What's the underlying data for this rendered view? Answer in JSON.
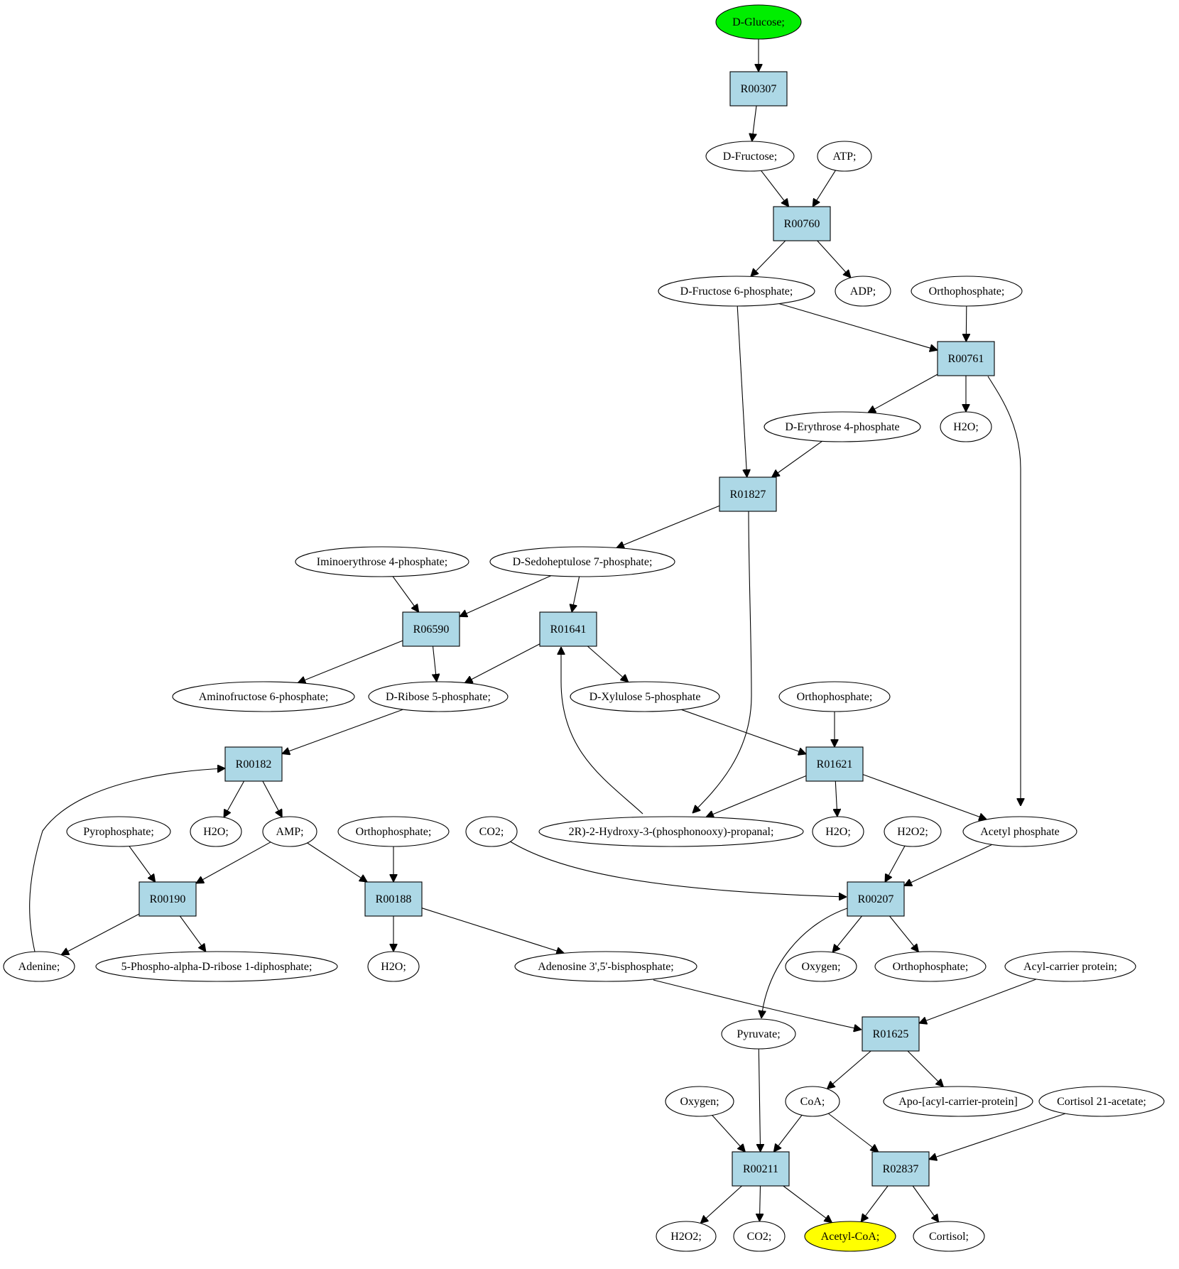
{
  "colors": {
    "start_fill": "#00ee00",
    "end_fill": "#ffff00",
    "compound_fill": "#ffffff",
    "reaction_fill": "#add8e6",
    "stroke": "#000000"
  },
  "nodes": [
    {
      "id": "glucose",
      "kind": "compound",
      "role": "start",
      "label": "D-Glucose;"
    },
    {
      "id": "r00307",
      "kind": "reaction",
      "label": "R00307"
    },
    {
      "id": "fructose",
      "kind": "compound",
      "label": "D-Fructose;"
    },
    {
      "id": "atp",
      "kind": "compound",
      "label": "ATP;"
    },
    {
      "id": "r00760",
      "kind": "reaction",
      "label": "R00760"
    },
    {
      "id": "f6p",
      "kind": "compound",
      "label": "D-Fructose 6-phosphate;"
    },
    {
      "id": "adp",
      "kind": "compound",
      "label": "ADP;"
    },
    {
      "id": "ortho1",
      "kind": "compound",
      "label": "Orthophosphate;"
    },
    {
      "id": "r00761",
      "kind": "reaction",
      "label": "R00761"
    },
    {
      "id": "e4p",
      "kind": "compound",
      "label": "D-Erythrose 4-phosphate"
    },
    {
      "id": "h2o_1",
      "kind": "compound",
      "label": "H2O;"
    },
    {
      "id": "r01827",
      "kind": "reaction",
      "label": "R01827"
    },
    {
      "id": "imino",
      "kind": "compound",
      "label": "Iminoerythrose 4-phosphate;"
    },
    {
      "id": "s7p",
      "kind": "compound",
      "label": "D-Sedoheptulose 7-phosphate;"
    },
    {
      "id": "r06590",
      "kind": "reaction",
      "label": "R06590"
    },
    {
      "id": "r01641",
      "kind": "reaction",
      "label": "R01641"
    },
    {
      "id": "aminof6p",
      "kind": "compound",
      "label": "Aminofructose 6-phosphate;"
    },
    {
      "id": "r5p",
      "kind": "compound",
      "label": "D-Ribose 5-phosphate;"
    },
    {
      "id": "x5p",
      "kind": "compound",
      "label": "D-Xylulose 5-phosphate"
    },
    {
      "id": "ortho2",
      "kind": "compound",
      "label": "Orthophosphate;"
    },
    {
      "id": "r00182",
      "kind": "reaction",
      "label": "R00182"
    },
    {
      "id": "r01621",
      "kind": "reaction",
      "label": "R01621"
    },
    {
      "id": "ppi",
      "kind": "compound",
      "label": "Pyrophosphate;"
    },
    {
      "id": "h2o_2",
      "kind": "compound",
      "label": "H2O;"
    },
    {
      "id": "amp",
      "kind": "compound",
      "label": "AMP;"
    },
    {
      "id": "ortho3",
      "kind": "compound",
      "label": "Orthophosphate;"
    },
    {
      "id": "co2_1",
      "kind": "compound",
      "label": "CO2;"
    },
    {
      "id": "g3p",
      "kind": "compound",
      "label": "2R)-2-Hydroxy-3-(phosphonooxy)-propanal;"
    },
    {
      "id": "h2o_3",
      "kind": "compound",
      "label": "H2O;"
    },
    {
      "id": "h2o2_1",
      "kind": "compound",
      "label": "H2O2;"
    },
    {
      "id": "acetylp",
      "kind": "compound",
      "label": "Acetyl phosphate"
    },
    {
      "id": "r00190",
      "kind": "reaction",
      "label": "R00190"
    },
    {
      "id": "r00188",
      "kind": "reaction",
      "label": "R00188"
    },
    {
      "id": "r00207",
      "kind": "reaction",
      "label": "R00207"
    },
    {
      "id": "adenine",
      "kind": "compound",
      "label": "Adenine;"
    },
    {
      "id": "prpp",
      "kind": "compound",
      "label": "5-Phospho-alpha-D-ribose 1-diphosphate;"
    },
    {
      "id": "h2o_4",
      "kind": "compound",
      "label": "H2O;"
    },
    {
      "id": "pap",
      "kind": "compound",
      "label": "Adenosine 3',5'-bisphosphate;"
    },
    {
      "id": "oxygen1",
      "kind": "compound",
      "label": "Oxygen;"
    },
    {
      "id": "ortho4",
      "kind": "compound",
      "label": "Orthophosphate;"
    },
    {
      "id": "acp",
      "kind": "compound",
      "label": "Acyl-carrier protein;"
    },
    {
      "id": "pyruvate",
      "kind": "compound",
      "label": "Pyruvate;"
    },
    {
      "id": "r01625",
      "kind": "reaction",
      "label": "R01625"
    },
    {
      "id": "oxygen2",
      "kind": "compound",
      "label": "Oxygen;"
    },
    {
      "id": "coa",
      "kind": "compound",
      "label": "CoA;"
    },
    {
      "id": "apoacp",
      "kind": "compound",
      "label": "Apo-[acyl-carrier-protein]"
    },
    {
      "id": "cortisolac",
      "kind": "compound",
      "label": "Cortisol 21-acetate;"
    },
    {
      "id": "r00211",
      "kind": "reaction",
      "label": "R00211"
    },
    {
      "id": "r02837",
      "kind": "reaction",
      "label": "R02837"
    },
    {
      "id": "h2o2_2",
      "kind": "compound",
      "label": "H2O2;"
    },
    {
      "id": "co2_2",
      "kind": "compound",
      "label": "CO2;"
    },
    {
      "id": "acetylcoa",
      "kind": "compound",
      "role": "end",
      "label": "Acetyl-CoA;"
    },
    {
      "id": "cortisol",
      "kind": "compound",
      "label": "Cortisol;"
    }
  ],
  "edges": [
    [
      "glucose",
      "r00307"
    ],
    [
      "r00307",
      "fructose"
    ],
    [
      "fructose",
      "r00760"
    ],
    [
      "atp",
      "r00760"
    ],
    [
      "r00760",
      "f6p"
    ],
    [
      "r00760",
      "adp"
    ],
    [
      "f6p",
      "r00761"
    ],
    [
      "ortho1",
      "r00761"
    ],
    [
      "r00761",
      "e4p"
    ],
    [
      "r00761",
      "h2o_1"
    ],
    [
      "r00761",
      "acetylp"
    ],
    [
      "f6p",
      "r01827"
    ],
    [
      "e4p",
      "r01827"
    ],
    [
      "r01827",
      "s7p"
    ],
    [
      "r01827",
      "g3p"
    ],
    [
      "imino",
      "r06590"
    ],
    [
      "s7p",
      "r06590"
    ],
    [
      "s7p",
      "r01641"
    ],
    [
      "r06590",
      "aminof6p"
    ],
    [
      "r06590",
      "r5p"
    ],
    [
      "r01641",
      "r5p"
    ],
    [
      "r01641",
      "x5p"
    ],
    [
      "g3p",
      "r01641"
    ],
    [
      "r5p",
      "r00182"
    ],
    [
      "adenine",
      "r00182"
    ],
    [
      "x5p",
      "r01621"
    ],
    [
      "ortho2",
      "r01621"
    ],
    [
      "r00182",
      "h2o_2"
    ],
    [
      "r00182",
      "amp"
    ],
    [
      "r01621",
      "g3p"
    ],
    [
      "r01621",
      "h2o_3"
    ],
    [
      "r01621",
      "acetylp"
    ],
    [
      "ppi",
      "r00190"
    ],
    [
      "amp",
      "r00190"
    ],
    [
      "amp",
      "r00188"
    ],
    [
      "ortho3",
      "r00188"
    ],
    [
      "co2_1",
      "r00207"
    ],
    [
      "h2o2_1",
      "r00207"
    ],
    [
      "acetylp",
      "r00207"
    ],
    [
      "r00190",
      "adenine"
    ],
    [
      "r00190",
      "prpp"
    ],
    [
      "r00188",
      "h2o_4"
    ],
    [
      "r00188",
      "pap"
    ],
    [
      "r00207",
      "oxygen1"
    ],
    [
      "r00207",
      "ortho4"
    ],
    [
      "r00207",
      "pyruvate"
    ],
    [
      "pap",
      "r01625"
    ],
    [
      "acp",
      "r01625"
    ],
    [
      "r01625",
      "coa"
    ],
    [
      "r01625",
      "apoacp"
    ],
    [
      "oxygen2",
      "r00211"
    ],
    [
      "pyruvate",
      "r00211"
    ],
    [
      "coa",
      "r00211"
    ],
    [
      "coa",
      "r02837"
    ],
    [
      "cortisolac",
      "r02837"
    ],
    [
      "r00211",
      "h2o2_2"
    ],
    [
      "r00211",
      "co2_2"
    ],
    [
      "r00211",
      "acetylcoa"
    ],
    [
      "r02837",
      "acetylcoa"
    ],
    [
      "r02837",
      "cortisol"
    ]
  ]
}
